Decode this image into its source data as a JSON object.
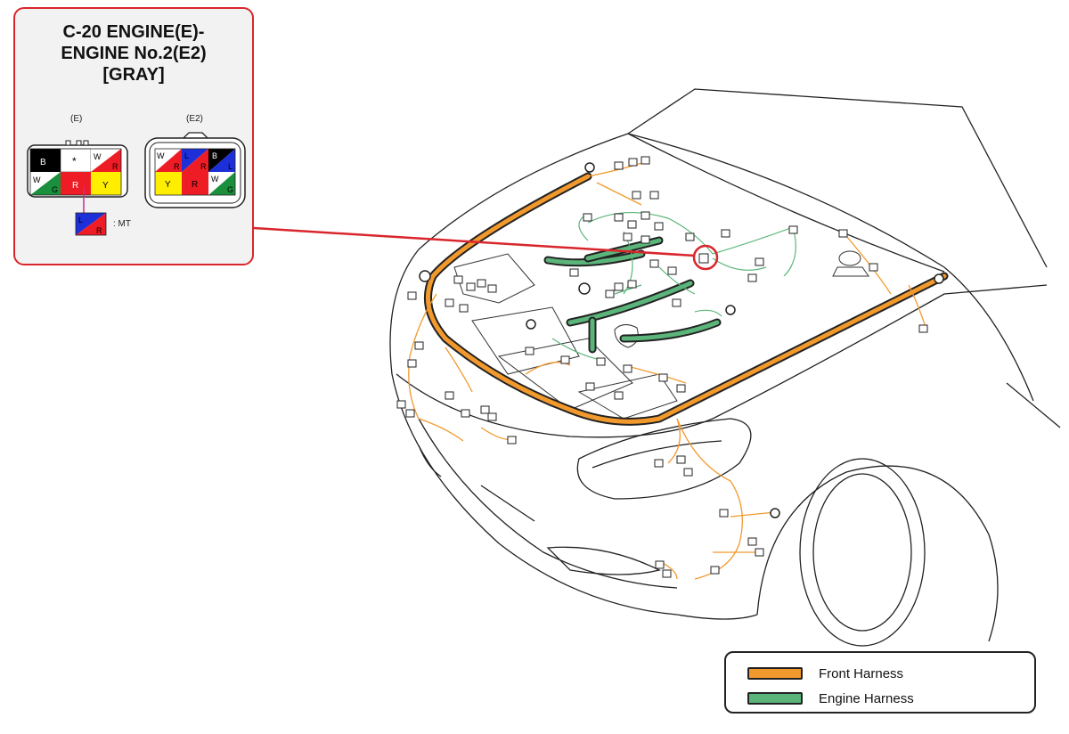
{
  "callout": {
    "title_line1": "C-20 ENGINE(E)-",
    "title_line2": "ENGINE No.2(E2)",
    "title_line3": "[GRAY]",
    "connector_e_label": "(E)",
    "connector_e2_label": "(E2)",
    "mt_label": ": MT",
    "connector_e_pins": [
      "B",
      "*",
      "W R",
      "W G",
      "R",
      "Y"
    ],
    "connector_e2_pins": [
      "W R",
      "L R",
      "B L",
      "Y",
      "R",
      "W G"
    ],
    "mt_pin": "L R"
  },
  "legend": {
    "front_harness": {
      "label": "Front Harness",
      "color": "#f2992e"
    },
    "engine_harness": {
      "label": "Engine Harness",
      "color": "#5bb57a"
    }
  },
  "colors": {
    "callout_border": "#d9262c",
    "wire_black": "#000000",
    "wire_red": "#ee1c25",
    "wire_white": "#ffffff",
    "wire_green": "#1a8f3c",
    "wire_yellow": "#ffee00",
    "wire_blue": "#1c2fd9"
  }
}
